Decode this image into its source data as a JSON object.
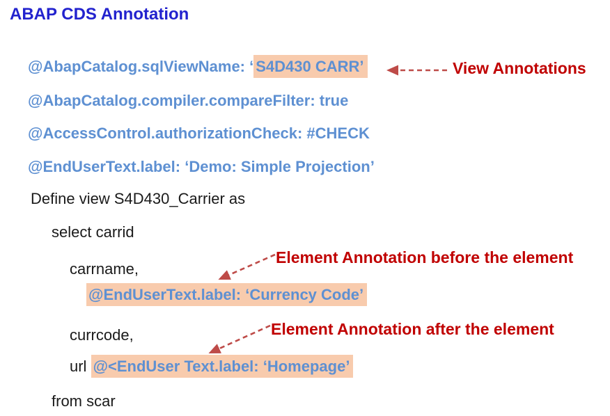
{
  "slide": {
    "title": "ABAP CDS Annotation"
  },
  "colors": {
    "title-blue": "#2222CE",
    "code-blue": "#5E90D2",
    "text-black": "#1A1A1A",
    "callout-red": "#C00000",
    "arrow-red": "#BE4B48",
    "highlight-peach": "#F8CBAD"
  },
  "code": {
    "line1_prefix": "@AbapCatalog.sqlViewName: ‘",
    "line1_highlight": "S4D430 CARR’",
    "line2": "@AbapCatalog.compiler.compareFilter: true",
    "line3": "@AccessControl.authorizationCheck: #CHECK",
    "line4": "@EndUserText.label: ‘Demo: Simple Projection’",
    "line5": "Define view S4D430_Carrier as",
    "line6": "select carrid",
    "line7": "carrname,",
    "line8_highlight": "@EndUserText.label: ‘Currency Code’",
    "line9": "currcode,",
    "line10_prefix": "url ",
    "line10_highlight": "@<EndUser Text.label: ‘Homepage’",
    "line11": "from scar"
  },
  "callouts": {
    "view": "View Annotations",
    "before": "Element Annotation before the element",
    "after": "Element Annotation after the element"
  }
}
